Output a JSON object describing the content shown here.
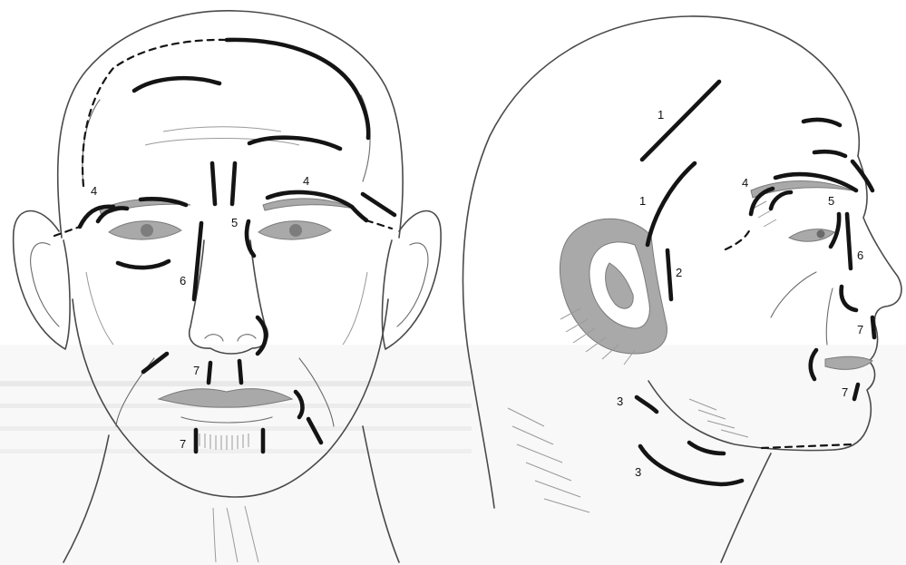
{
  "front_view": {
    "labels": [
      {
        "id": "front-label-4-left",
        "text": "4"
      },
      {
        "id": "front-label-4-right",
        "text": "4"
      },
      {
        "id": "front-label-5",
        "text": "5"
      },
      {
        "id": "front-label-6",
        "text": "6"
      },
      {
        "id": "front-label-7-upper",
        "text": "7"
      },
      {
        "id": "front-label-7-lower",
        "text": "7"
      }
    ]
  },
  "side_view": {
    "labels": [
      {
        "id": "side-label-1-upper",
        "text": "1"
      },
      {
        "id": "side-label-1-lower",
        "text": "1"
      },
      {
        "id": "side-label-2",
        "text": "2"
      },
      {
        "id": "side-label-3-upper",
        "text": "3"
      },
      {
        "id": "side-label-3-lower",
        "text": "3"
      },
      {
        "id": "side-label-4",
        "text": "4"
      },
      {
        "id": "side-label-5",
        "text": "5"
      },
      {
        "id": "side-label-6",
        "text": "6"
      },
      {
        "id": "side-label-7-upper",
        "text": "7"
      },
      {
        "id": "side-label-7-lower",
        "text": "7"
      }
    ]
  }
}
